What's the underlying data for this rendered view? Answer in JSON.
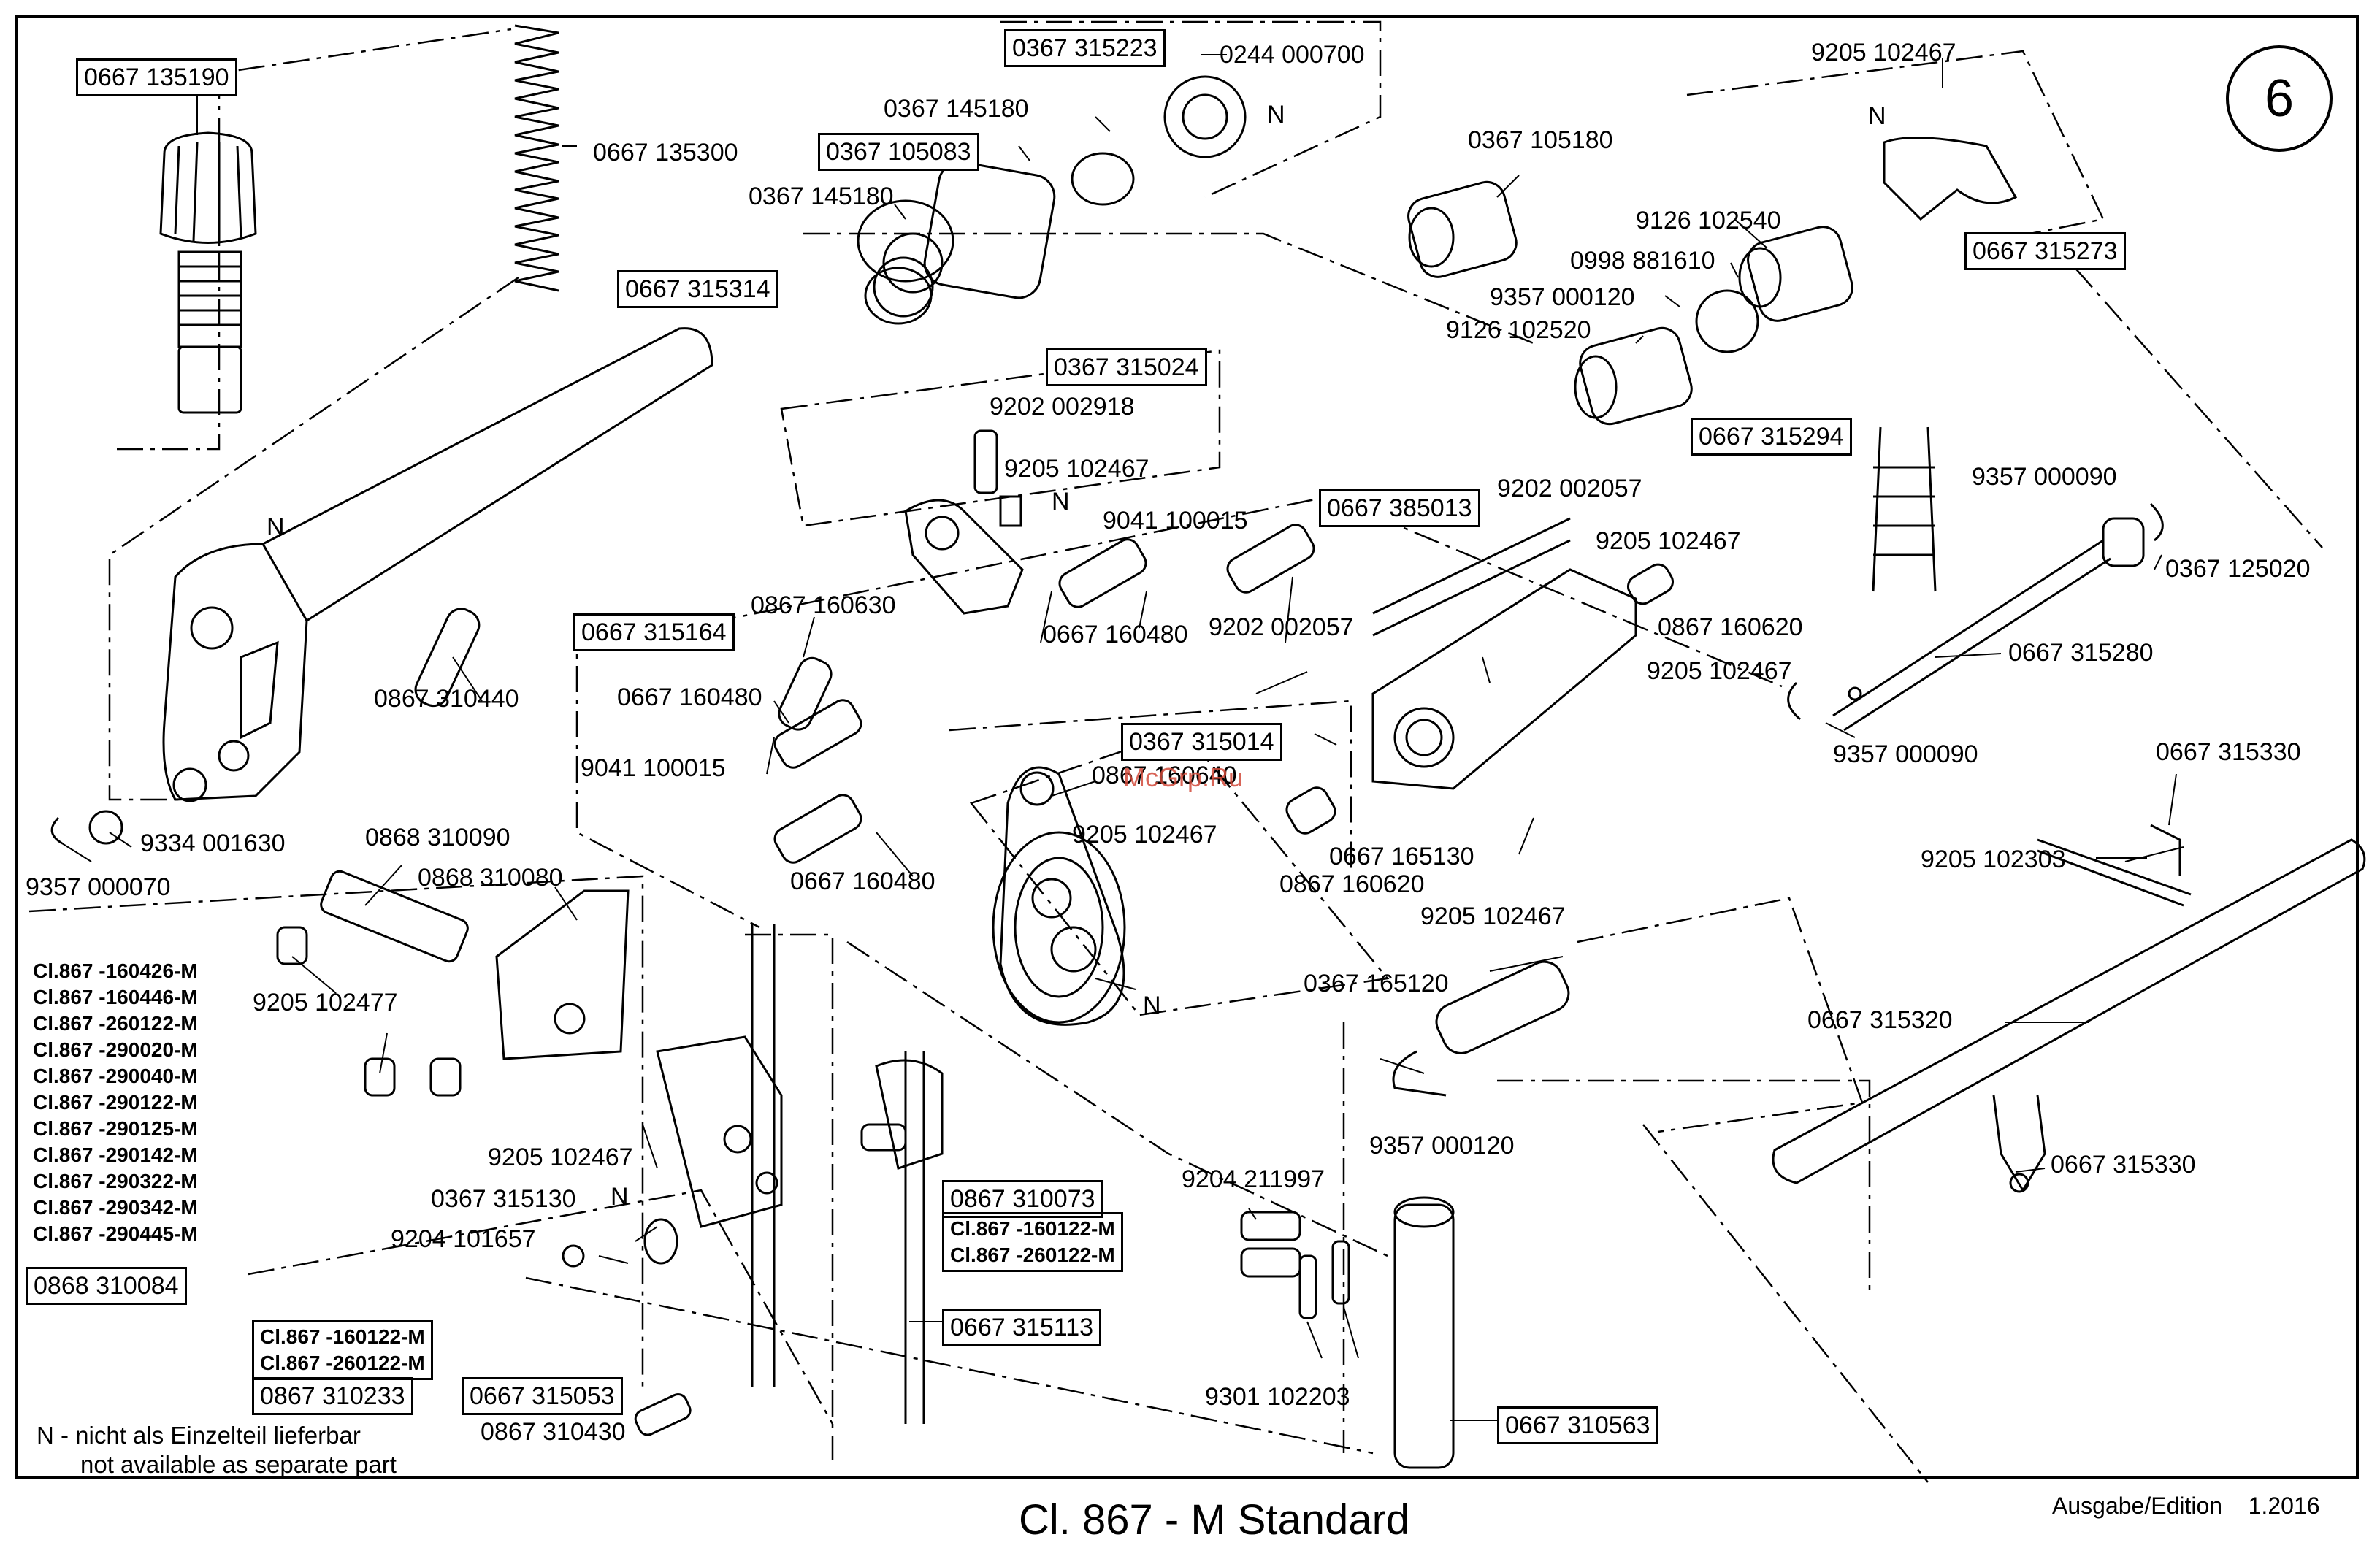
{
  "page_number": "6",
  "title": "Cl. 867 - M Standard",
  "edition": "Ausgabe/Edition    1.2016",
  "watermark": "McGrp.Ru",
  "note": {
    "line1": "N - nicht als Einzelteil lieferbar",
    "line2": "not available as separate part"
  },
  "boxed_labels": [
    "0667 135190",
    "0367 315223",
    "0367 105083",
    "0667 315314",
    "0667 315273",
    "0367 315024",
    "0667 315294",
    "0667 385013",
    "0667 315164",
    "0367 315014",
    "0868 310084",
    "0867 310073",
    "0667 315113",
    "0867 310233",
    "0667 315053",
    "0667 310563"
  ],
  "labels": [
    "0244 000700",
    "0367 145180",
    "0667 135300",
    "0367 145180",
    "0367 105180",
    "9205 102467",
    "9126 102540",
    "0998 881610",
    "9357 000120",
    "9126 102520",
    "9202 002918",
    "9205 102467",
    "9041 100015",
    "9202 002057",
    "9205 102467",
    "9357 000090",
    "0367 125020",
    "0867 160630",
    "0867 310440",
    "0667 160480",
    "9202 002057",
    "0867 160620",
    "9205 102467",
    "0667 315280",
    "0667 160480",
    "9041 100015",
    "0867 160640",
    "9205 102467",
    "9357 000090",
    "0667 165130",
    "0867 160620",
    "0667 315330",
    "9334 001630",
    "9357 000070",
    "0868 310090",
    "0868 310080",
    "0667 160480",
    "9205 102303",
    "9205 102467",
    "9205 102477",
    "0367 165120",
    "0667 315320",
    "9205 102467",
    "9357 000120",
    "0367 315130",
    "9204 211997",
    "0667 315330",
    "9204 101657",
    "9301 102203",
    "0867 310430"
  ],
  "n_markers": [
    "N",
    "N",
    "N",
    "N",
    "N",
    "N"
  ],
  "variants_main": [
    "Cl.867 -160426-M",
    "Cl.867 -160446-M",
    "Cl.867 -260122-M",
    "Cl.867 -290020-M",
    "Cl.867 -290040-M",
    "Cl.867 -290122-M",
    "Cl.867 -290125-M",
    "Cl.867 -290142-M",
    "Cl.867 -290322-M",
    "Cl.867 -290342-M",
    "Cl.867 -290445-M"
  ],
  "variants_310073": [
    "Cl.867 -160122-M",
    "Cl.867 -260122-M"
  ],
  "variants_310233": [
    "Cl.867 -160122-M",
    "Cl.867 -260122-M"
  ]
}
